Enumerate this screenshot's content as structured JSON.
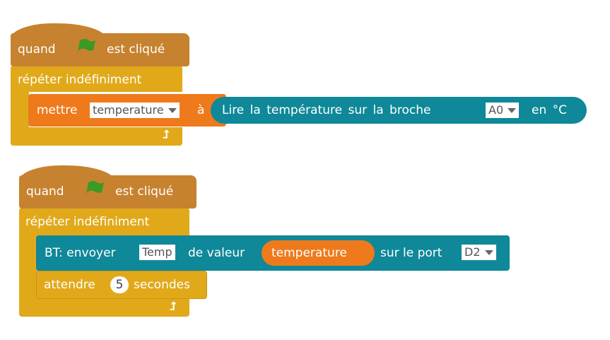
{
  "script1": {
    "hat": {
      "when": "quand",
      "clicked": "est cliqué"
    },
    "loop": {
      "label": "répéter indéfiniment"
    },
    "set": {
      "label": "mettre",
      "variable": "temperature",
      "to": "à"
    },
    "reporter": {
      "label": "Lire la température sur la broche",
      "pin": "A0",
      "unit": "en °C"
    }
  },
  "script2": {
    "hat": {
      "when": "quand",
      "clicked": "est cliqué"
    },
    "loop": {
      "label": "répéter indéfiniment"
    },
    "bt": {
      "label": "BT: envoyer",
      "name": "Temp",
      "of_value": "de valeur",
      "variable": "temperature",
      "on_port": "sur le port",
      "port": "D2"
    },
    "wait": {
      "label": "attendre",
      "seconds": "5",
      "unit": "secondes"
    }
  },
  "colors": {
    "events": "#C7822F",
    "control": "#E1A91A",
    "variables": "#EE7A1C",
    "extension": "#0F8899",
    "flag": "#3C9A23"
  }
}
